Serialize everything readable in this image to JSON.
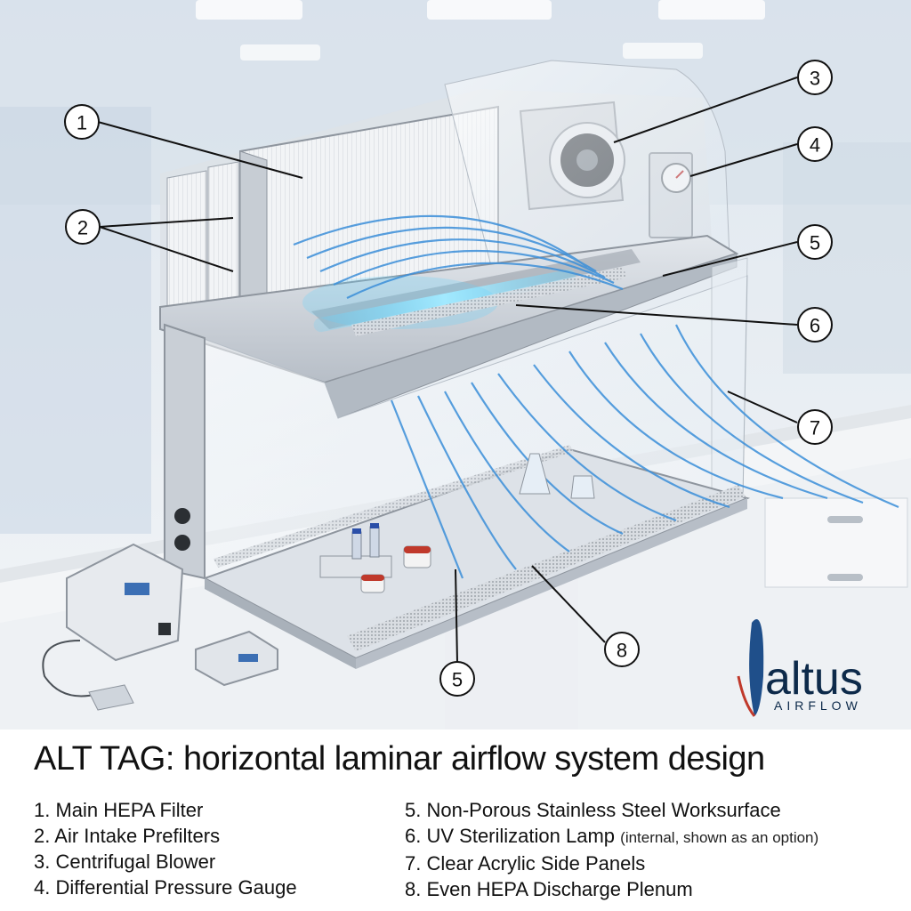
{
  "title": "ALT TAG: horizontal laminar airflow system design",
  "callouts": [
    {
      "number": "1",
      "label": "Main HEPA Filter"
    },
    {
      "number": "2",
      "label": "Air Intake Prefilters"
    },
    {
      "number": "3",
      "label": "Centrifugal Blower"
    },
    {
      "number": "4",
      "label": "Differential Pressure Gauge"
    },
    {
      "number": "5",
      "label": "Non-Porous Stainless Steel Worksurface"
    },
    {
      "number": "6",
      "label": "UV Sterilization Lamp",
      "note": "(internal, shown as an option)"
    },
    {
      "number": "7",
      "label": "Clear Acrylic Side Panels"
    },
    {
      "number": "8",
      "label": "Even HEPA Discharge Plenum"
    }
  ],
  "brand": {
    "name": "altus",
    "tagline": "AIRFLOW"
  },
  "colors": {
    "airflow": "#3b8fd9",
    "steel": "#c4cad2",
    "uv": "#5fd3ff",
    "brand": "#0d2a4a",
    "accent": "#c0392b"
  }
}
